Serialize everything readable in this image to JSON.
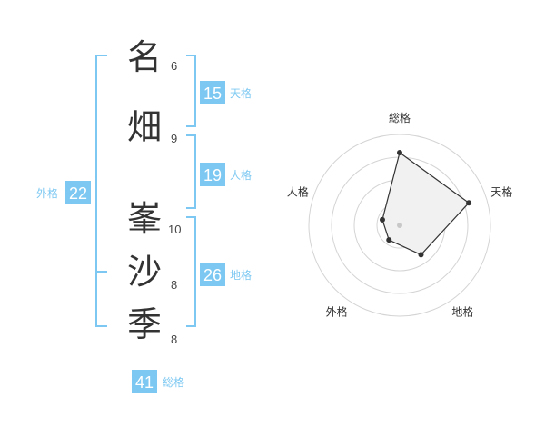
{
  "characters": [
    {
      "char": "名",
      "strokes": "6"
    },
    {
      "char": "畑",
      "strokes": "9"
    },
    {
      "char": "峯",
      "strokes": "10"
    },
    {
      "char": "沙",
      "strokes": "8"
    },
    {
      "char": "季",
      "strokes": "8"
    }
  ],
  "fortunes": {
    "tenkaku": {
      "value": "15",
      "label": "天格"
    },
    "jinkaku": {
      "value": "19",
      "label": "人格"
    },
    "chikaku": {
      "value": "26",
      "label": "地格"
    },
    "gaikaku": {
      "value": "22",
      "label": "外格"
    },
    "soukaku": {
      "value": "41",
      "label": "総格"
    }
  },
  "chart_data": {
    "type": "radar",
    "axes": [
      "総格",
      "天格",
      "地格",
      "外格",
      "人格"
    ],
    "values": [
      4,
      4,
      2,
      1,
      1
    ],
    "max": 5,
    "rings": 4
  },
  "colors": {
    "accent": "#7cc8f2",
    "text": "#333333",
    "ring": "#d4d4d4",
    "fill": "#f1f1f1"
  }
}
